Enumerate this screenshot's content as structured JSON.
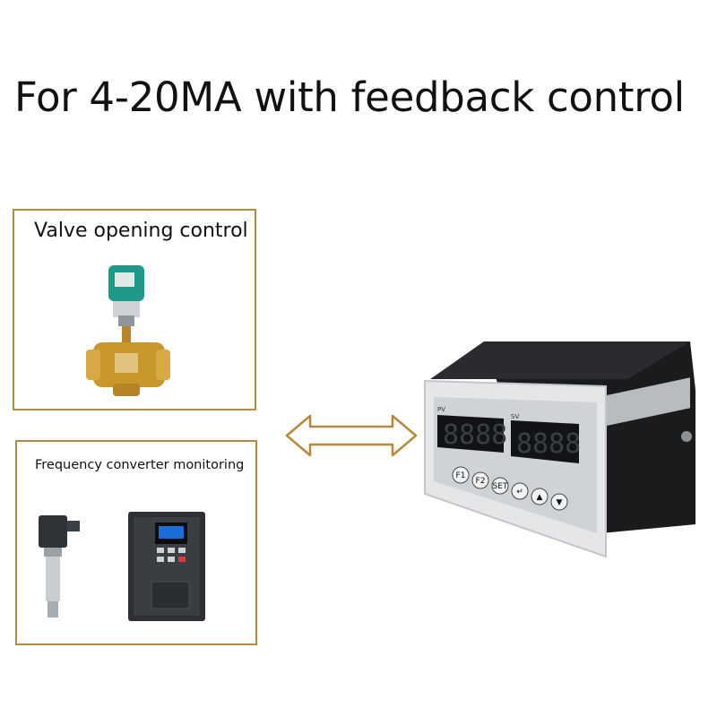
{
  "headline": "For 4-20MA with feedback control",
  "panels": {
    "valve": {
      "title": "Valve opening control"
    },
    "frequency": {
      "title": "Frequency converter monitoring"
    }
  },
  "device": {
    "label_left": "PV",
    "label_right": "SV",
    "buttons": [
      "F1",
      "F2",
      "SET",
      "↵",
      "▲",
      "▼"
    ],
    "digits_left": "8888",
    "digits_right": "8888"
  },
  "colors": {
    "frame": "#b58a3c",
    "arrow": "#b58a3c",
    "valve_actuator": "#1f9a8a",
    "valve_body": "#c9982d"
  },
  "icons": [
    "double-arrow-icon",
    "valve-icon",
    "pressure-sensor-icon",
    "inverter-icon",
    "controller-device-icon"
  ]
}
